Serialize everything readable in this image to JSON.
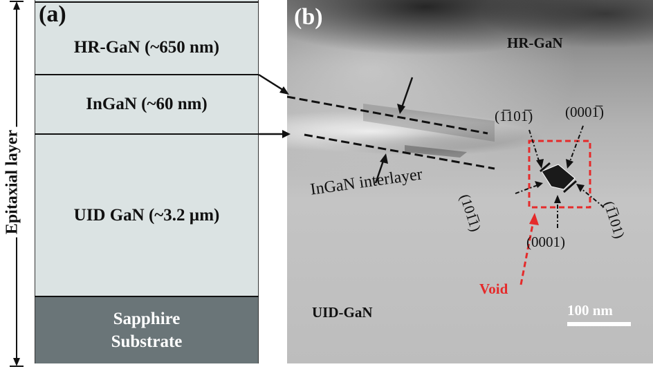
{
  "panel_a": {
    "letter": "(a)",
    "side_label": "Epitaxial layer",
    "layers": {
      "hr_gan": "HR-GaN (~650 nm)",
      "ingan": "InGaN (~60 nm)",
      "uid_gan": "UID GaN (~3.2 µm)",
      "sapphire_line1": "Sapphire",
      "sapphire_line2": "Substrate"
    }
  },
  "panel_b": {
    "letter": "(b)",
    "hr_gan": "HR-GaN",
    "uid_gan": "UID-GaN",
    "interlayer": "InGaN interlayer",
    "void": "Void",
    "scale_bar": "100 nm",
    "planes": {
      "p1": "(1̅101̅)",
      "p2": "(0001̅)",
      "p3": "(101̅1)",
      "p4": "(1̅101)",
      "p5": "(0001)"
    }
  },
  "colors": {
    "void_highlight": "#e52a2a",
    "substrate": "#6a7578",
    "layer_fill": "#dbe3e3"
  }
}
